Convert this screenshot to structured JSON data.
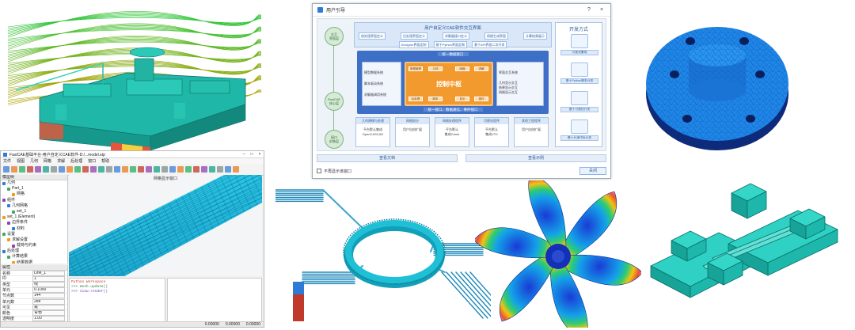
{
  "colors": {
    "mesh_cyan": "#22c1e6",
    "teal_solid": "#1fb8a8",
    "dialog_blue": "#3e6fc6",
    "core_orange": "#f29a2e",
    "flange_blue": "#1f86e8"
  },
  "cae_window": {
    "title": "FastCAE基础平台-用户自定义CAE软件-D:/...model.stp",
    "menu": [
      "文件",
      "视图",
      "几何",
      "网格",
      "求解",
      "后处理",
      "窗口",
      "帮助"
    ],
    "tree_header": "模型树",
    "tree_items": [
      "几何",
      "Part_1",
      "网格",
      "组件",
      "几何网格",
      "set_1",
      "set_1 (Element)",
      "边界条件",
      "材料",
      "设置",
      "求解设置",
      "载荷与约束",
      "后处理",
      "计算结果",
      "结果数据"
    ],
    "props_header": "属性",
    "props": [
      {
        "k": "名称",
        "v": "Line_1"
      },
      {
        "k": "ID",
        "v": "1"
      },
      {
        "k": "类型",
        "v": "线"
      },
      {
        "k": "单元",
        "v": "0.1000"
      },
      {
        "k": "节点数",
        "v": "144"
      },
      {
        "k": "单元数",
        "v": "288"
      },
      {
        "k": "可见",
        "v": "是"
      },
      {
        "k": "颜色",
        "v": "青色"
      },
      {
        "k": "透明度",
        "v": "1.00"
      },
      {
        "k": "线宽",
        "v": "1.0"
      },
      {
        "k": "X",
        "v": "0.00"
      },
      {
        "k": "Y",
        "v": "0.00"
      },
      {
        "k": "Z",
        "v": "0.00"
      }
    ],
    "view_title": "网格显示窗口",
    "console_lines": [
      "Python Workspace",
      ">>> mesh.update()",
      ">>> view.render()"
    ],
    "status": [
      "0.00000",
      "0.00000",
      "0.00000"
    ]
  },
  "dialog": {
    "title": "用户引导",
    "help_glyph": "?",
    "close_glyph": "×",
    "side_circles": [
      "交互\n界面层",
      "FastCAE\n核心层",
      "接口\n封装层"
    ],
    "ui_band_title": "用户自定义CAE软件交互界面",
    "ui_chips_row1": [
      "前处理界面定义",
      "后处理界面定义",
      "求解器接口定义",
      "网格生成界面",
      "计算结果展示"
    ],
    "ui_chips_row2": [
      "Designer界面定制",
      "基于Python界面定制",
      "基于API界面二次开发"
    ],
    "core_caption_top": "统一数据接口",
    "core_left": [
      "模型数据系统",
      "脚本驱动系统",
      "求解器调用系统"
    ],
    "core_right": [
      "界面交互系统",
      "几何显示交互\n结果显示交互\n网格显示交互"
    ],
    "core_center_label": "控制中枢",
    "core_mini": [
      "数据管理",
      "几何",
      "网格",
      "求解",
      "后处理",
      "脚本",
      "显示",
      "插件"
    ],
    "core_caption_bottom": "统一接口、数据通信、事件接口",
    "bottom_cards": [
      {
        "head": "几何建模与处理",
        "body": "平台默认集成\nOpenCASCAD"
      },
      {
        "head": "网格剖分",
        "body": "用户自由扩展"
      },
      {
        "head": "网格处理程序",
        "body": "平台默认\n集成Gmsh"
      },
      {
        "head": "可视化程序",
        "body": "平台默认\n集成VTK"
      },
      {
        "head": "其他工程程序",
        "body": "用户自由扩展"
      }
    ],
    "dev_title": "开发方式",
    "dev_items": [
      "可视化集成",
      "基于Python脚本开发",
      "基于可视化开发",
      "基于开源代码开发"
    ],
    "link_left": "查看文档",
    "link_right": "查看示例",
    "footer_checkbox": "不再显示该窗口",
    "footer_close": "关闭"
  }
}
